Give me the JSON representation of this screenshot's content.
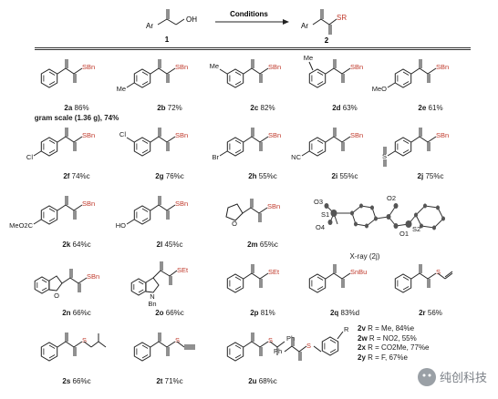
{
  "header": {
    "reactant_label": "Ar",
    "reactant_oh": "OH",
    "reactant_number": "1",
    "arrow_label": "Conditions",
    "product_label": "Ar",
    "product_sr": "SR",
    "product_number": "2"
  },
  "products": [
    {
      "id": "2a",
      "yield": "86%",
      "note": "gram scale (1.36 g), 74%"
    },
    {
      "id": "2b",
      "yield": "72%"
    },
    {
      "id": "2c",
      "yield": "82%"
    },
    {
      "id": "2d",
      "yield": "63%"
    },
    {
      "id": "2e",
      "yield": "61%"
    },
    {
      "id": "2f",
      "yield": "74%c"
    },
    {
      "id": "2g",
      "yield": "76%c"
    },
    {
      "id": "2h",
      "yield": "55%c"
    },
    {
      "id": "2i",
      "yield": "55%c"
    },
    {
      "id": "2j",
      "yield": "75%c"
    },
    {
      "id": "2k",
      "yield": "64%c"
    },
    {
      "id": "2l",
      "yield": "45%c"
    },
    {
      "id": "2m",
      "yield": "65%c"
    },
    {
      "id": "2n",
      "yield": "66%c"
    },
    {
      "id": "2o",
      "yield": "66%c"
    },
    {
      "id": "2p",
      "yield": "81%"
    },
    {
      "id": "2q",
      "yield": "83%d"
    },
    {
      "id": "2r",
      "yield": "56%"
    },
    {
      "id": "2s",
      "yield": "66%c"
    },
    {
      "id": "2t",
      "yield": "71%c"
    },
    {
      "id": "2u",
      "yield": "68%c"
    }
  ],
  "substituents": {
    "2b": "Me",
    "2c": "Me",
    "2d": "Me",
    "2e": "MeO",
    "2f": "Cl",
    "2g": "Cl",
    "2h": "Br",
    "2i": "NC",
    "2j": "S",
    "2k": "MeO2C",
    "2l": "HO",
    "2m": "O",
    "2n": "O",
    "2o": "N",
    "2o_bn": "Bn",
    "2u_ph": "Ph",
    "2v_ph": "Ph",
    "2v_r": "R"
  },
  "thio_groups": {
    "2a": "SBn",
    "2b": "SBn",
    "2c": "SBn",
    "2d": "SBn",
    "2e": "SBn",
    "2f": "SBn",
    "2g": "SBn",
    "2h": "SBn",
    "2i": "SBn",
    "2j": "SBn",
    "2k": "SBn",
    "2l": "SBn",
    "2m": "SBn",
    "2n": "SBn",
    "2o": "SEt",
    "2p": "SEt",
    "2q": "SnBu",
    "2r": "S",
    "2s": "S",
    "2t": "S",
    "2u": "S"
  },
  "xray": {
    "caption": "X-ray (2j)",
    "atoms": [
      "O2",
      "O3",
      "S1",
      "S2",
      "O4",
      "O1"
    ]
  },
  "r_variants": [
    {
      "id": "2v",
      "text": "R = Me, 84%e"
    },
    {
      "id": "2w",
      "text": "R = NO2, 55%"
    },
    {
      "id": "2x",
      "text": "R = CO2Me, 77%e"
    },
    {
      "id": "2y",
      "text": "R = F, 67%e"
    }
  ],
  "watermark": "纯创科技"
}
